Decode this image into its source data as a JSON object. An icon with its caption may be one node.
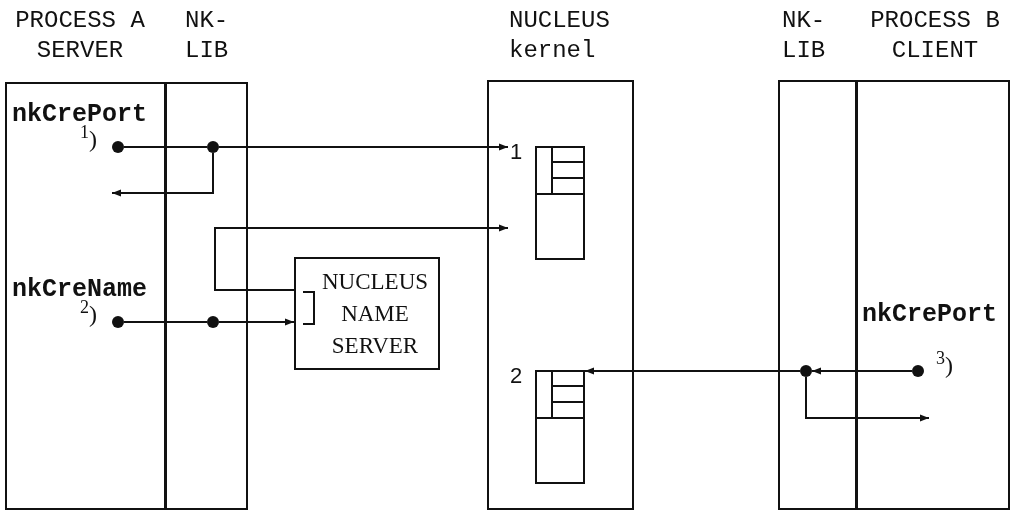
{
  "diagram": {
    "nodes": [
      {
        "text": [
          "PROCESS A SERVER"
        ]
      },
      {
        "text": [
          "NK- LIB"
        ]
      },
      {
        "text": [
          "NUCLEUS kernel"
        ]
      },
      {
        "text": [
          "NUCLEUS NAME SERVER"
        ]
      },
      {
        "text": [
          "NK- LIB"
        ]
      },
      {
        "text": [
          "PROCESS B CLIENT"
        ]
      },
      {
        "text": [
          "1"
        ],
        "in": 2
      },
      {
        "text": [
          "2"
        ],
        "in": 2
      },
      {
        "text": [],
        "shape": "circle",
        "in": 0
      },
      {
        "text": [],
        "shape": "circle",
        "in": 1
      },
      {
        "text": [],
        "shape": "circle",
        "in": 0
      },
      {
        "text": [],
        "shape": "circle",
        "in": 1
      },
      {
        "text": [],
        "shape": "circle",
        "in": 5
      },
      {
        "text": [],
        "shape": "circle",
        "in": 4
      }
    ],
    "edges": [
      {
        "from": 8,
        "to": 9,
        "arrow": "none"
      },
      {
        "from": 9,
        "to": 6,
        "arrow": "to"
      },
      {
        "from": 9,
        "to": null,
        "arrow": "to"
      },
      {
        "from": 3,
        "to": 6,
        "arrow": "to"
      },
      {
        "from": 10,
        "to": 11,
        "arrow": "none"
      },
      {
        "from": 11,
        "to": 3,
        "arrow": "to"
      },
      {
        "from": 12,
        "to": 13,
        "arrow": "to"
      },
      {
        "from": 13,
        "to": 7,
        "arrow": "to"
      },
      {
        "from": 13,
        "to": null,
        "arrow": "to"
      }
    ],
    "labels": [
      "nkCrePort",
      "$^{1}$)",
      "nkCreName",
      "$^{2}$)",
      "nkCrePort",
      "$^{3}$)"
    ]
  }
}
